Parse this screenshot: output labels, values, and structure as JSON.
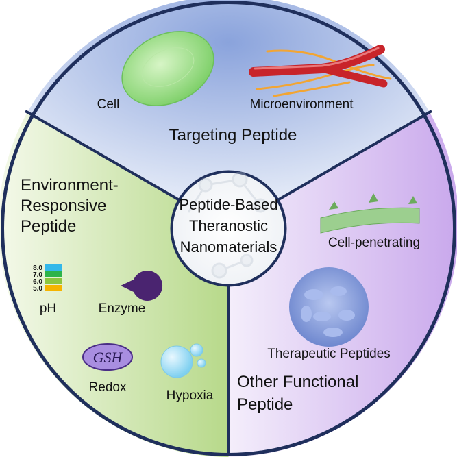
{
  "center": {
    "lines": [
      "Peptide-Based",
      "Theranostic",
      "Nanomaterials"
    ]
  },
  "sections": {
    "targeting": {
      "title": "Targeting Peptide",
      "items": {
        "cell": "Cell",
        "microenvironment": "Microenvironment"
      },
      "color": "#a9bde6"
    },
    "environment": {
      "title_lines": [
        "Environment-",
        "Responsive",
        "Peptide"
      ],
      "items": {
        "ph": "pH",
        "enzyme": "Enzyme",
        "redox": "Redox",
        "redox_badge": "GSH",
        "hypoxia": "Hypoxia"
      },
      "ph_scale": [
        "8.0",
        "7.0",
        "6.0",
        "5.0"
      ],
      "ph_colors": [
        "#33b8ea",
        "#2db34a",
        "#8cc63f",
        "#f5b400"
      ],
      "color": "#cfe6a8"
    },
    "other": {
      "title_lines": [
        "Other Functional",
        "Peptide"
      ],
      "items": {
        "cell_penetrating": "Cell-penetrating",
        "therapeutic": "Therapeutic Peptides"
      },
      "color": "#d9c2f0"
    }
  }
}
